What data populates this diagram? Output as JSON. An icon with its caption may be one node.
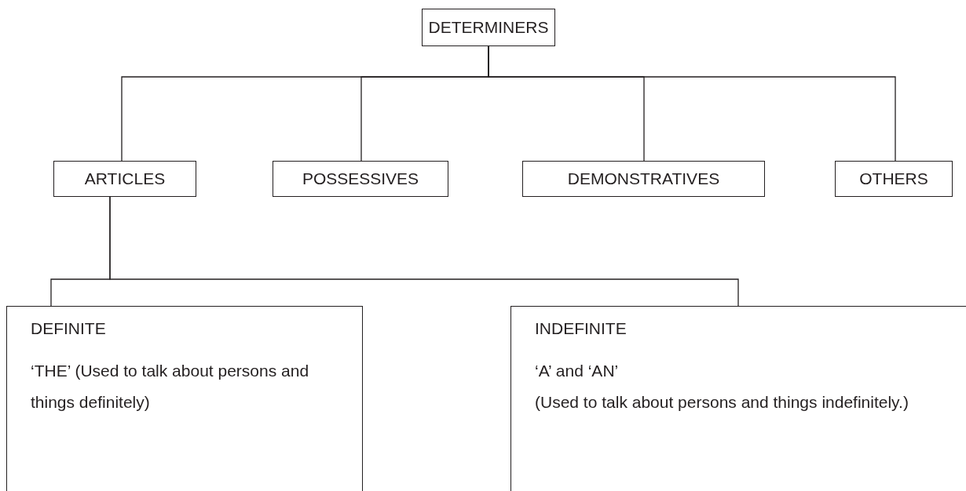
{
  "diagram": {
    "nodes": [
      {
        "text": [
          "DETERMINERS"
        ]
      },
      {
        "text": [
          "ARTICLES"
        ]
      },
      {
        "text": [
          "POSSESSIVES"
        ]
      },
      {
        "text": [
          "DEMONSTRATIVES"
        ]
      },
      {
        "text": [
          "OTHERS"
        ]
      },
      {
        "text": [
          "DEFINITE",
          "‘THE’ (Used to talk about persons and things definitely)"
        ]
      },
      {
        "text": [
          "INDEFINITE",
          "‘A’ and ‘AN’",
          "(Used to talk about persons and things indefinitely.)"
        ]
      }
    ],
    "edges": [
      {
        "from": 0,
        "to": 1,
        "arrow": "none"
      },
      {
        "from": 0,
        "to": 2,
        "arrow": "none"
      },
      {
        "from": 0,
        "to": 3,
        "arrow": "none"
      },
      {
        "from": 0,
        "to": 4,
        "arrow": "none"
      },
      {
        "from": 1,
        "to": 5,
        "arrow": "none"
      },
      {
        "from": 1,
        "to": 6,
        "arrow": "none"
      }
    ]
  }
}
